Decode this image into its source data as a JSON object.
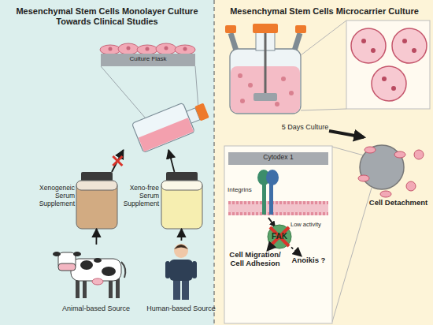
{
  "diagram": {
    "nodes": [
      {
        "text": [
          "Mesenchymal Stem Cells Monolayer Culture Towards Clinical Studies"
        ]
      },
      {
        "text": [
          "Culture Flask"
        ],
        "in": 0
      },
      {
        "text": [
          "Xenogeneic Serum Supplement"
        ],
        "in": 0
      },
      {
        "text": [
          "Xeno-free Serum Supplement"
        ],
        "in": 0
      },
      {
        "text": [
          "Animal-based Source"
        ],
        "in": 0
      },
      {
        "text": [
          "Human-based Source"
        ],
        "in": 0
      },
      {
        "text": [
          "Mesenchymal Stem Cells Microcarrier Culture"
        ]
      },
      {
        "text": [
          "Cell Detachment"
        ],
        "in": 6
      },
      {
        "text": [
          "Cytodex 1"
        ],
        "in": 6
      },
      {
        "text": [
          "FAK"
        ],
        "in": 8
      },
      {
        "text": [
          "Cell Migration/ Cell Adhesion"
        ],
        "in": 8
      },
      {
        "text": [
          "Anoikis ?"
        ],
        "in": 8
      }
    ],
    "edges": [
      {
        "from": 4,
        "to": 2,
        "arrow": "to"
      },
      {
        "from": 5,
        "to": 3,
        "arrow": "to"
      },
      {
        "from": 2,
        "to": 1,
        "arrow": "to"
      },
      {
        "from": 3,
        "to": 1,
        "arrow": "to"
      },
      {
        "from": 9,
        "to": 10,
        "arrow": "to"
      },
      {
        "from": 9,
        "to": 11,
        "arrow": "to"
      }
    ],
    "labels": [
      "5 Days Culture",
      "Integrins",
      "Low activity"
    ]
  }
}
